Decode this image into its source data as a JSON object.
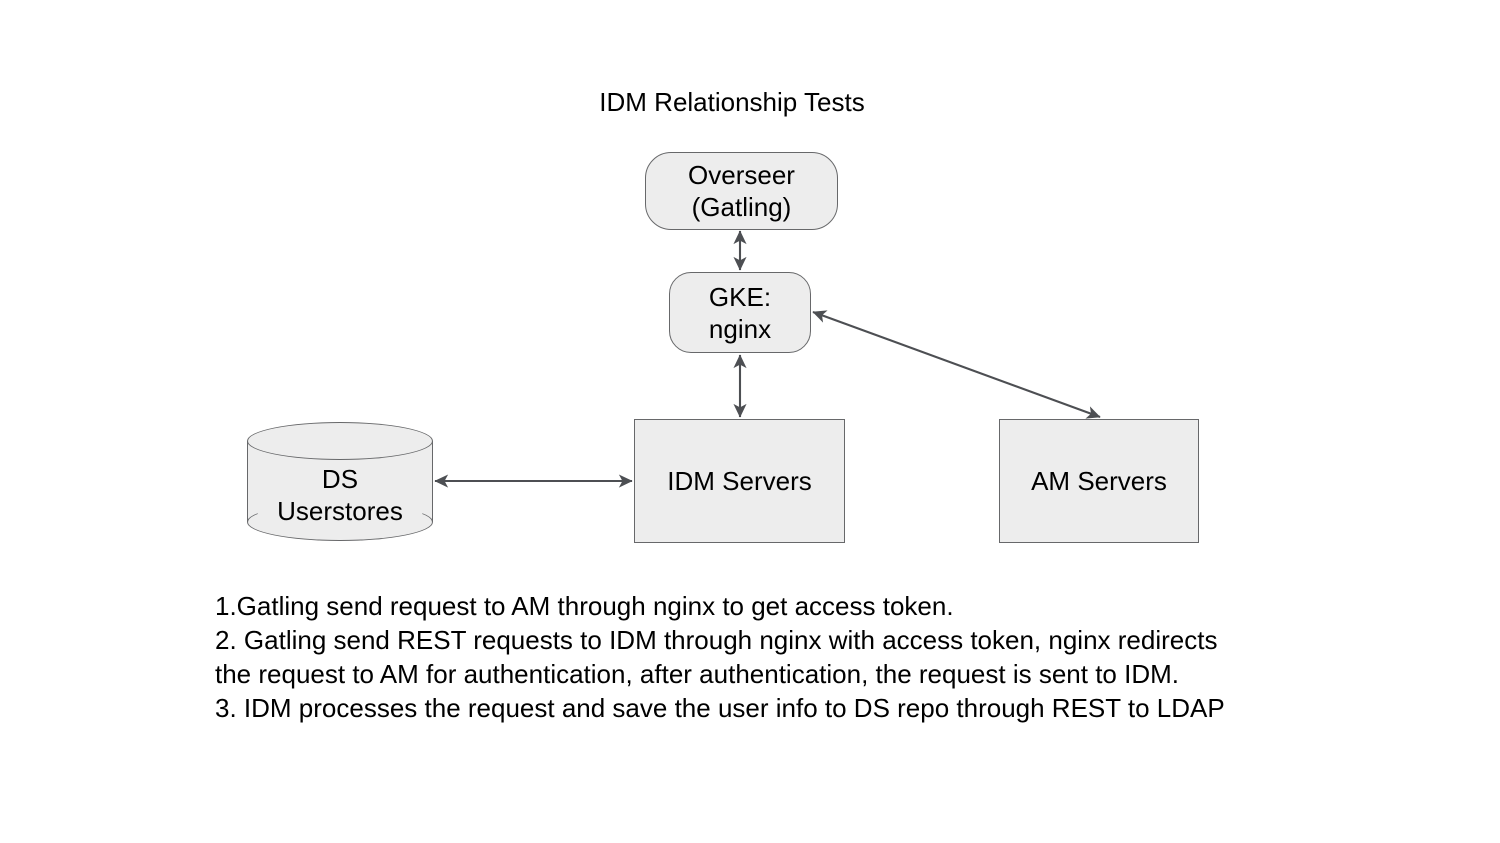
{
  "diagram": {
    "title": "IDM Relationship Tests",
    "style": {
      "node_fill": "#ededed",
      "node_stroke": "#67686a",
      "arrow_stroke": "#4d4f53",
      "text_color": "#000000",
      "background": "#ffffff"
    },
    "nodes": [
      {
        "id": "overseer",
        "label": "Overseer\n(Gatling)",
        "shape": "rounded-rectangle"
      },
      {
        "id": "gke",
        "label": "GKE:\nnginx",
        "shape": "rounded-rectangle"
      },
      {
        "id": "ds",
        "label": "DS\nUserstores",
        "shape": "cylinder"
      },
      {
        "id": "idm",
        "label": "IDM Servers",
        "shape": "rectangle"
      },
      {
        "id": "am",
        "label": "AM Servers",
        "shape": "rectangle"
      }
    ],
    "connectors": [
      {
        "id": "overseer-gke",
        "from": "overseer",
        "to": "gke",
        "arrowheads": "both",
        "orientation": "vertical"
      },
      {
        "id": "gke-idm",
        "from": "gke",
        "to": "idm",
        "arrowheads": "both",
        "orientation": "vertical"
      },
      {
        "id": "ds-idm",
        "from": "ds",
        "to": "idm",
        "arrowheads": "both",
        "orientation": "horizontal"
      },
      {
        "id": "gke-am",
        "from": "gke",
        "to": "am",
        "arrowheads": "both",
        "orientation": "diagonal"
      }
    ]
  },
  "notes": {
    "line1": "1.Gatling send request to AM through nginx to get access token.",
    "line2": "2. Gatling send REST requests to IDM through nginx with access token, nginx redirects the request to AM for authentication, after authentication, the request is sent to IDM.",
    "line3": "3. IDM processes the request and save the user info to DS repo through REST to LDAP"
  }
}
